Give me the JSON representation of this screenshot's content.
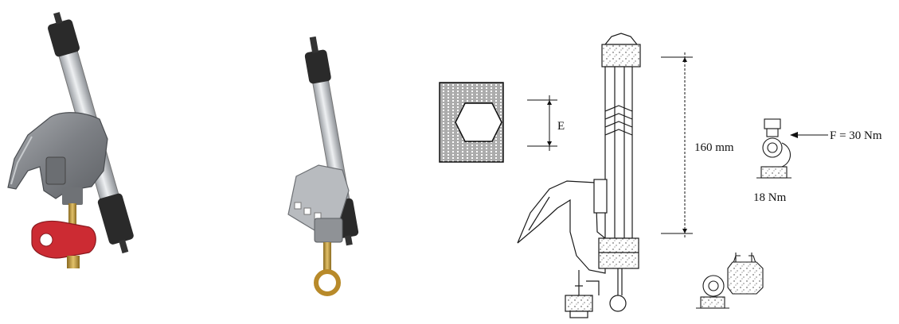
{
  "labels": {
    "dimension_e": "E",
    "length": "160 mm",
    "force": "F = 30 Nm",
    "torque": "18 Nm"
  },
  "colors": {
    "clamp_metal": "#8c8f93",
    "tube_silver": "#c9ccd0",
    "cap_black": "#222222",
    "red_knob": "#cc2b33",
    "brass": "#c49a3a",
    "line": "#1a1a1a"
  },
  "icons": {
    "product_1": "clamp-with-red-knob-icon",
    "product_2": "clamp-with-brass-eye-icon",
    "section": "hexagon-cross-section-icon",
    "drawing": "clamp-technical-drawing-icon"
  }
}
